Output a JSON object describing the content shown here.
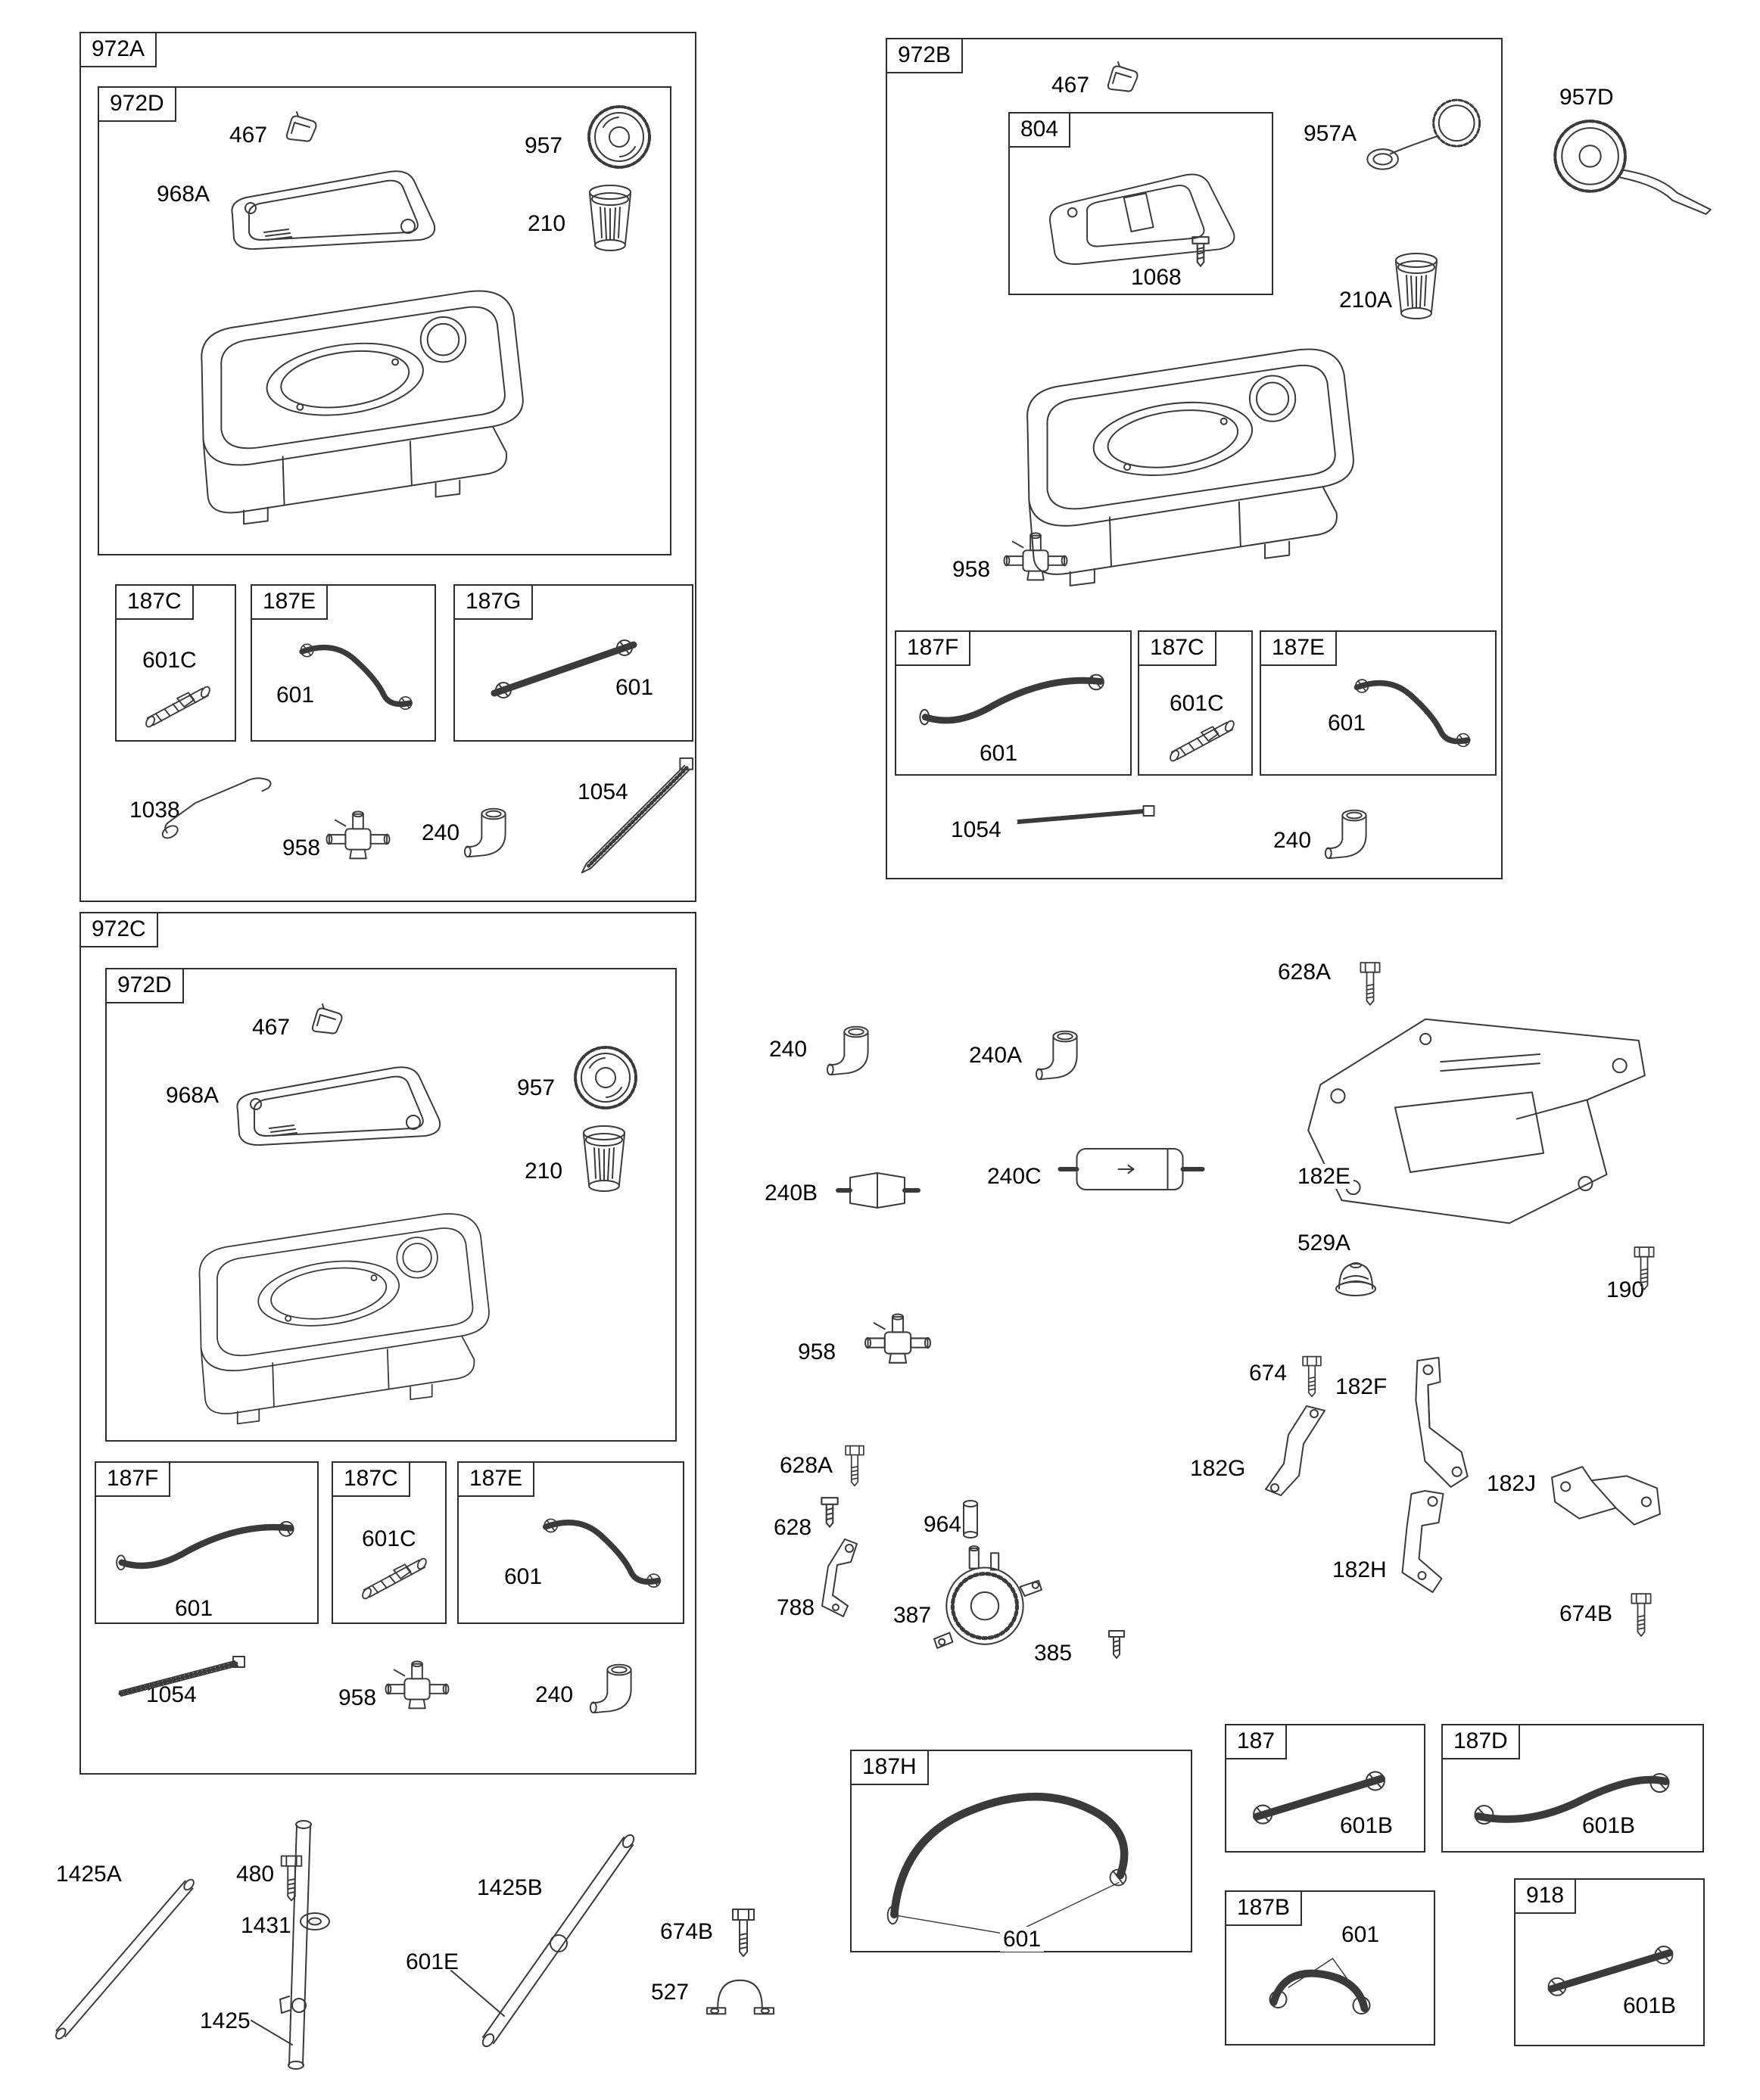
{
  "s972A": {
    "tag": "972A",
    "inner_tag": "972D",
    "c467": "467",
    "c968A": "968A",
    "c957": "957",
    "c210": "210",
    "b187C_tag": "187C",
    "b187C_callout": "601C",
    "b187E_tag": "187E",
    "b187E_callout": "601",
    "b187G_tag": "187G",
    "b187G_callout": "601",
    "c1038": "1038",
    "c958": "958",
    "c240": "240",
    "c1054": "1054"
  },
  "s972B": {
    "tag": "972B",
    "c467": "467",
    "b804_tag": "804",
    "c957A": "957A",
    "c1068": "1068",
    "c210A": "210A",
    "c958": "958",
    "b187F_tag": "187F",
    "b187F_callout": "601",
    "b187C_tag": "187C",
    "b187C_callout": "601C",
    "b187E_tag": "187E",
    "b187E_callout": "601",
    "c1054": "1054",
    "c240": "240"
  },
  "c957D": "957D",
  "s972C": {
    "tag": "972C",
    "inner_tag": "972D",
    "c467": "467",
    "c968A": "968A",
    "c957": "957",
    "c210": "210",
    "b187F_tag": "187F",
    "b187F_callout": "601",
    "b187C_tag": "187C",
    "b187C_callout": "601C",
    "b187E_tag": "187E",
    "b187E_callout": "601",
    "c1054": "1054",
    "c958": "958",
    "c240": "240"
  },
  "mid": {
    "c240": "240",
    "c240A": "240A",
    "c240B": "240B",
    "c240C": "240C",
    "c958": "958",
    "c628A_a": "628A",
    "c628": "628",
    "c964": "964",
    "c788": "788",
    "c387": "387",
    "c385": "385",
    "c628A_b": "628A",
    "c182E": "182E",
    "c529A": "529A",
    "c190": "190",
    "c674": "674",
    "c182F": "182F",
    "c182G": "182G",
    "c182J": "182J",
    "c182H": "182H",
    "c674B": "674B"
  },
  "boxes": {
    "b187H_tag": "187H",
    "b187H_callout": "601",
    "b187_tag": "187",
    "b187_callout": "601B",
    "b187D_tag": "187D",
    "b187D_callout": "601B",
    "b187B_tag": "187B",
    "b187B_callout": "601",
    "b918_tag": "918",
    "b918_callout": "601B"
  },
  "bl": {
    "c1425A": "1425A",
    "c480": "480",
    "c1431": "1431",
    "c1425B": "1425B",
    "c674B": "674B",
    "c601E": "601E",
    "c527": "527",
    "c1425": "1425"
  }
}
